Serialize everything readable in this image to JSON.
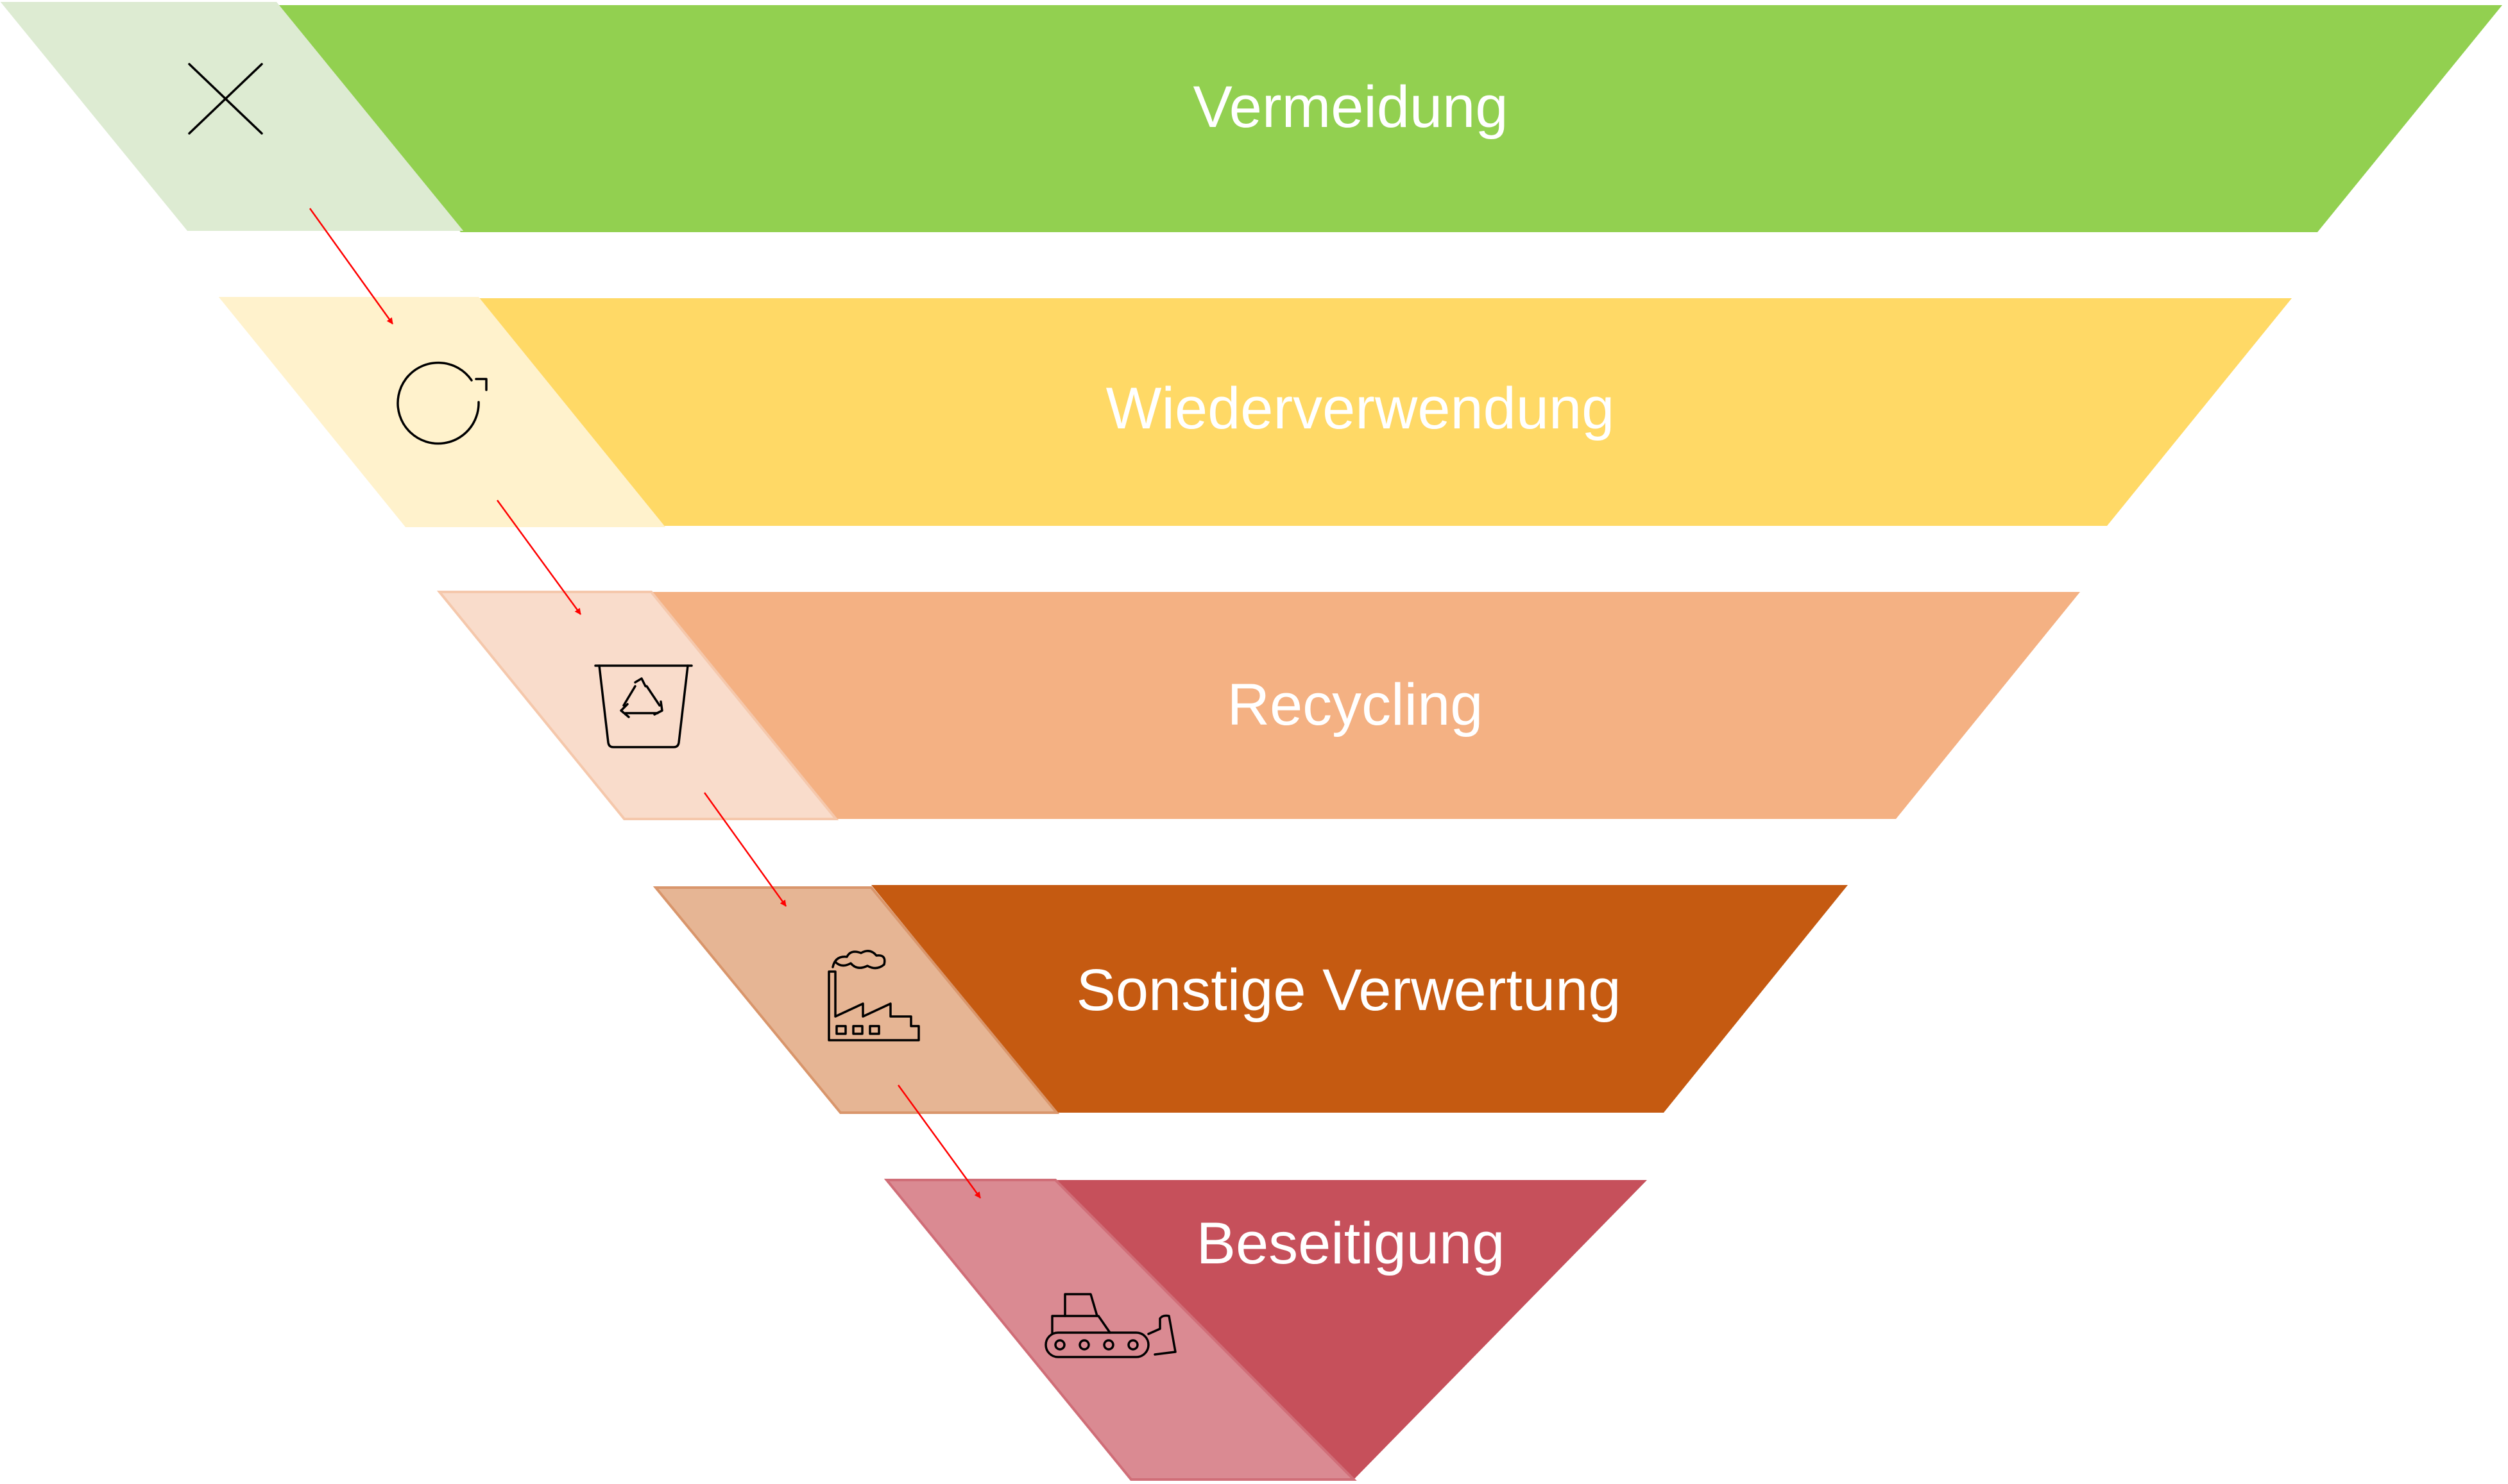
{
  "hierarchy": {
    "tiers": [
      {
        "label": "Vermeidung",
        "color": "#92D050",
        "tab_color": "#DDEBD2",
        "tab_stroke": "#DDEBD2",
        "icon": "x-icon"
      },
      {
        "label": "Wiederverwendung",
        "color": "#FFD966",
        "tab_color": "#FFF2CC",
        "tab_stroke": "#FFF2CC",
        "icon": "refresh-icon"
      },
      {
        "label": "Recycling",
        "color": "#F4B183",
        "tab_color": "#F9DCCB",
        "tab_stroke": "#F5C8AC",
        "icon": "recycling-bin-icon"
      },
      {
        "label": "Sonstige Verwertung",
        "color": "#C55A11",
        "tab_color": "#E6B594",
        "tab_stroke": "#D9966C",
        "icon": "factory-icon"
      },
      {
        "label": "Beseitigung",
        "color": "#C6505B",
        "tab_color": "#DA8A92",
        "tab_stroke": "#D06E78",
        "icon": "bulldozer-icon"
      }
    ],
    "arrow_color": "#FF0000",
    "icon_color": "#000000"
  }
}
